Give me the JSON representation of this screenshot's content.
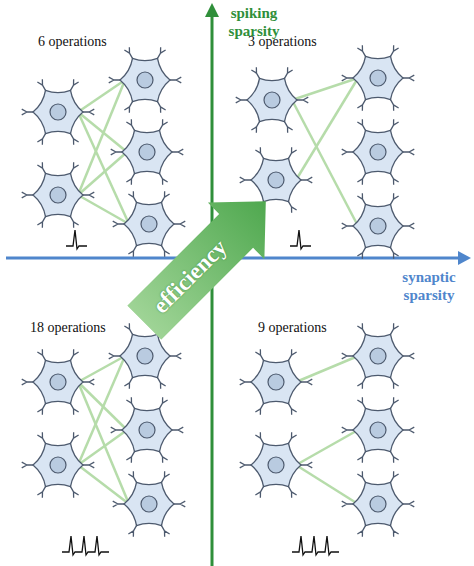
{
  "diagram": {
    "nodes": [
      {
        "text": [
          "efficiency"
        ]
      }
    ],
    "labels": [
      "6 operations",
      "spiking sparsity",
      "3 operations",
      "synaptic sparsity",
      "18 operations",
      "9 operations"
    ]
  }
}
